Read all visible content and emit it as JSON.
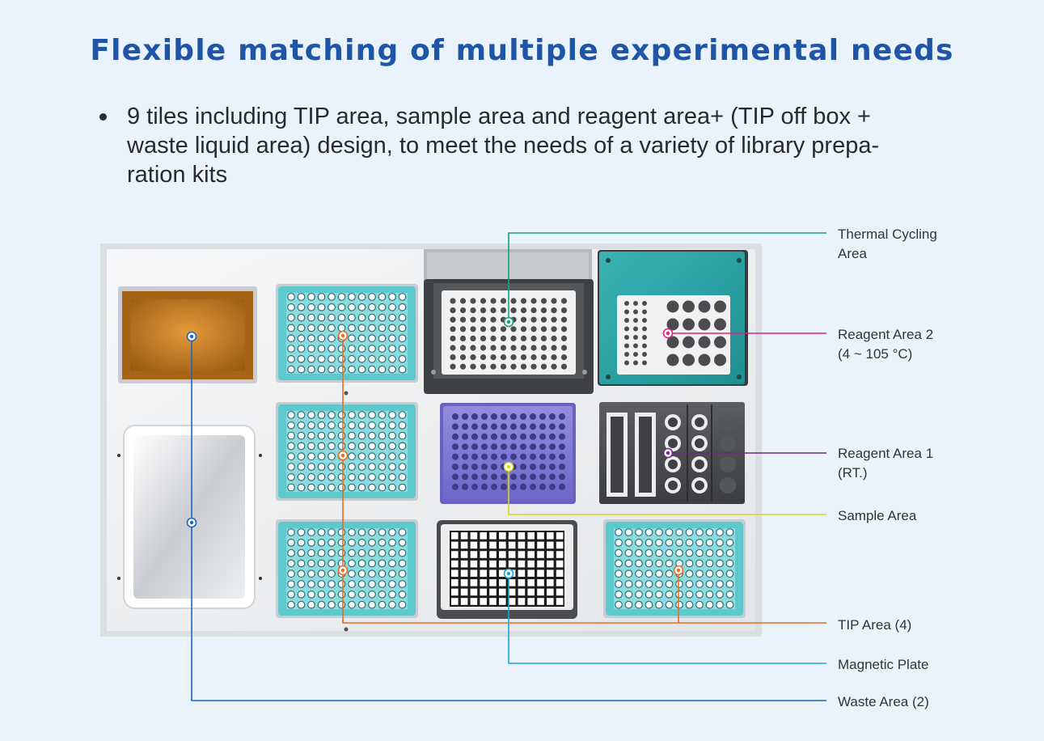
{
  "title": "Flexible matching of multiple experimental needs",
  "bullet_lines": [
    "9 tiles including TIP area, sample area and reagent area+ (TIP off box +",
    "waste liquid area) design, to meet the needs of a variety of library prepa-",
    "ration kits"
  ],
  "callouts": {
    "thermal": {
      "line1": "Thermal Cycling",
      "line2": "Area",
      "color": "#17a27a"
    },
    "reagent2": {
      "line1": "Reagent Area 2",
      "line2": "(4 ~ 105 °C)",
      "color": "#e0237f"
    },
    "reagent1": {
      "line1": "Reagent Area 1",
      "line2": "(RT.)",
      "color": "#6a2a86"
    },
    "sample": {
      "line1": "Sample Area",
      "color": "#d3d61c"
    },
    "tip": {
      "line1": "TIP Area (4)",
      "color": "#ee6a1e"
    },
    "magnetic": {
      "line1": "Magnetic Plate",
      "color": "#1aa4dc"
    },
    "waste": {
      "line1": "Waste Area (2)",
      "color": "#1a66c0"
    }
  },
  "colors": {
    "title": "#1f55a6",
    "tip_rack": "#5cc9cf",
    "sample_plate": "#7f77d4",
    "reagent2_block": "#2aa3a5",
    "waste_tray": "#c07a1e"
  }
}
